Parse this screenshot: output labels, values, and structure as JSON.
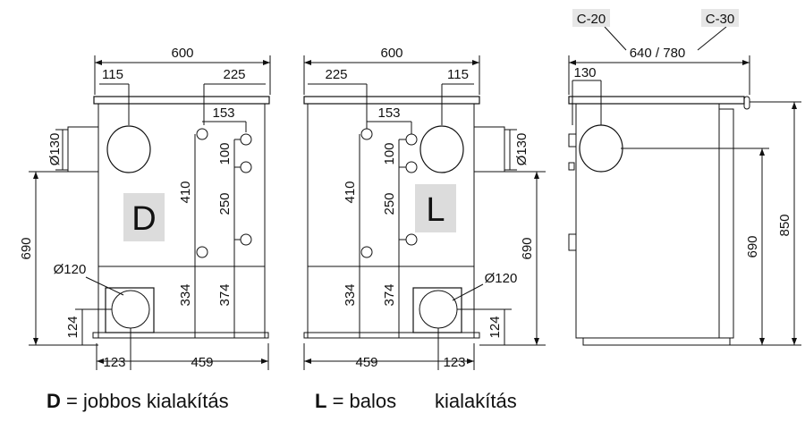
{
  "dimensions": {
    "d_width": "600",
    "d_top_left": "115",
    "d_top_right": "225",
    "d_153": "153",
    "d_130_dia": "Ø130",
    "d_100": "100",
    "d_410": "410",
    "d_250": "250",
    "d_690": "690",
    "d_120_dia": "Ø120",
    "d_334": "334",
    "d_374": "374",
    "d_124": "124",
    "d_123": "123",
    "d_459": "459",
    "l_width": "600",
    "l_top_left": "225",
    "l_top_right": "115",
    "l_153": "153",
    "l_100": "100",
    "l_410": "410",
    "l_250": "250",
    "l_130_dia": "Ø130",
    "l_690": "690",
    "l_334": "334",
    "l_374": "374",
    "l_120_dia": "Ø120",
    "l_124": "124",
    "l_459": "459",
    "l_123": "123",
    "s_tag_c20": "C-20",
    "s_tag_c30": "C-30",
    "s_width": "640 / 780",
    "s_130": "130",
    "s_690": "690",
    "s_850": "850"
  },
  "labels": {
    "d_letter": "D",
    "l_letter": "L"
  },
  "legend": {
    "d_key": "D",
    "d_text": " = jobbos kialakítás",
    "l_key": "L",
    "l_text": " = balos",
    "l_text2": "kialakítás"
  },
  "colors": {
    "line": "#111111",
    "frame": "#555555",
    "tag_bg": "#e6e6e6",
    "letter_bg": "#dcdcdc"
  }
}
